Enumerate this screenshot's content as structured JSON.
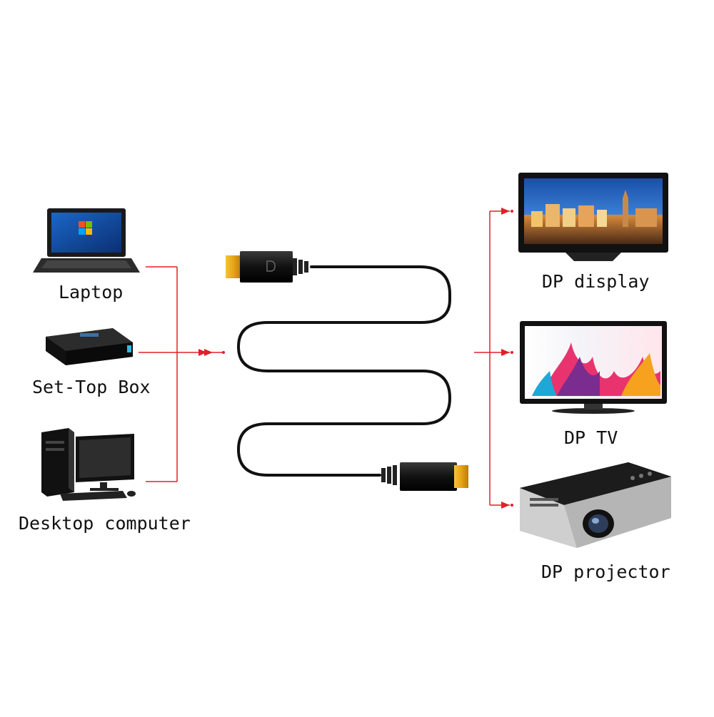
{
  "sources": [
    {
      "id": "laptop",
      "label": "Laptop",
      "icon": "laptop-icon"
    },
    {
      "id": "set-top-box",
      "label": "Set-Top Box",
      "icon": "set-top-box-icon"
    },
    {
      "id": "desktop",
      "label": "Desktop computer",
      "icon": "desktop-computer-icon"
    }
  ],
  "targets": [
    {
      "id": "dp-display",
      "label": "DP display",
      "icon": "monitor-icon"
    },
    {
      "id": "dp-tv",
      "label": "DP TV",
      "icon": "tv-icon"
    },
    {
      "id": "dp-projector",
      "label": "DP projector",
      "icon": "projector-icon"
    }
  ],
  "cable": {
    "name": "displayport-cable-icon"
  },
  "colors": {
    "connector_line": "#e0202a",
    "cable": "#111111",
    "plug_gold": "#e6a417",
    "text": "#111111"
  }
}
